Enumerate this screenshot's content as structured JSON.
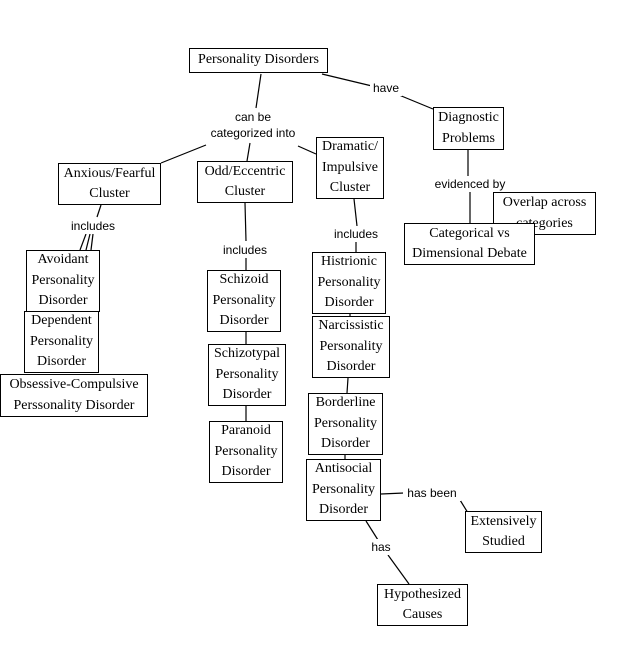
{
  "colors": {
    "line": "#000000",
    "box_border": "#000000",
    "background": "#ffffff",
    "text": "#000000"
  },
  "nodes": {
    "personality_disorders": "Personality Disorders",
    "diagnostic_problems": "Diagnostic\nProblems",
    "overlap": "Overlap across\ncategories",
    "categorical_vs_dimensional": "Categorical vs\nDimensional Debate",
    "anxious_fearful": "Anxious/Fearful\nCluster",
    "odd_eccentric": "Odd/Eccentric\nCluster",
    "dramatic_impulsive": "Dramatic/\nImpulsive\nCluster",
    "avoidant": "Avoidant\nPersonality\nDisorder",
    "dependent": "Dependent\nPersonality\nDisorder",
    "obsessive_compulsive": "Obsessive-Compulsive\nPerssonality Disorder",
    "schizoid": "Schizoid\nPersonality\nDisorder",
    "schizotypal": "Schizotypal\nPersonality\nDisorder",
    "paranoid": "Paranoid\nPersonality\nDisorder",
    "histrionic": "Histrionic\nPersonality\nDisorder",
    "narcissistic": "Narcissistic\nPersonality\nDisorder",
    "borderline": "Borderline\nPersonality\nDisorder",
    "antisocial": "Antisocial\nPersonality\nDisorder",
    "extensively_studied": "Extensively\nStudied",
    "hypothesized_causes": "Hypothesized\nCauses"
  },
  "link_labels": {
    "have": "have",
    "can_be_categorized_into": "can be\ncategorized into",
    "evidenced_by": "evidenced by",
    "includes_anxious": "includes",
    "includes_odd": "includes",
    "includes_dramatic": "includes",
    "has_been": "has been",
    "has": "has"
  }
}
